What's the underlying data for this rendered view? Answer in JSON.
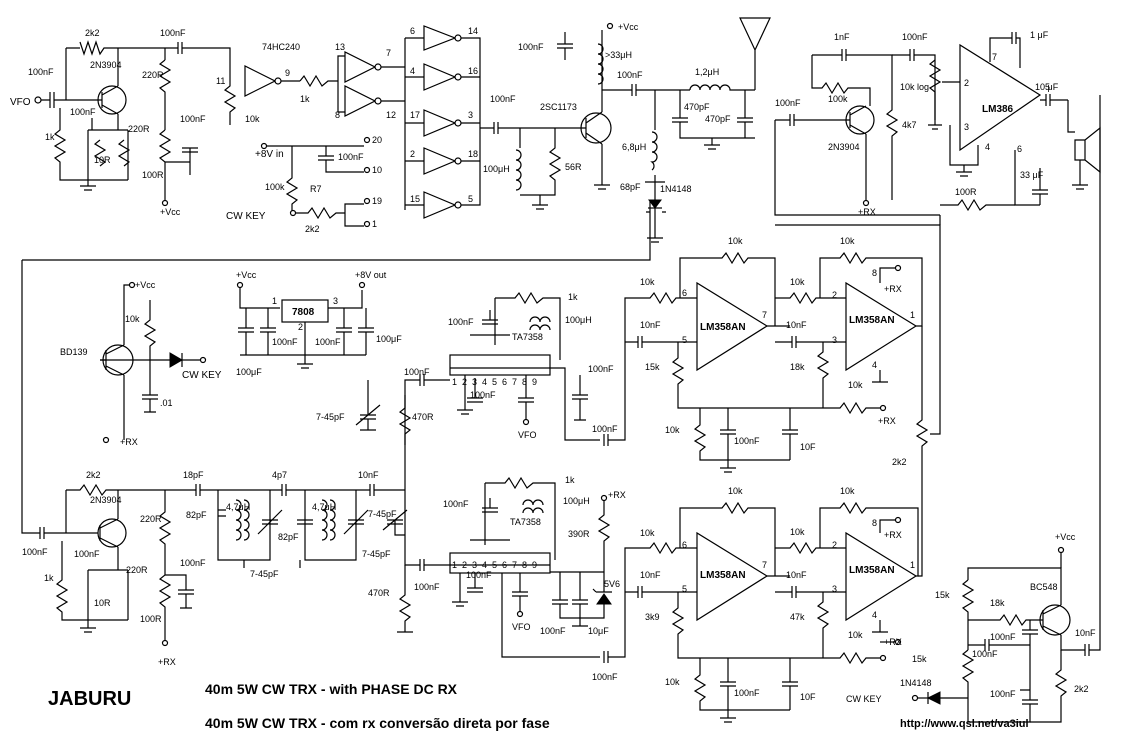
{
  "title": {
    "brand": "JABURU",
    "line_en": "40m 5W CW TRX - with PHASE DC RX",
    "line_pt": "40m 5W CW TRX - com rx conversão direta por fase",
    "url": "http://www.qsl.net/va3iul"
  },
  "ports": {
    "vfo": "VFO",
    "cw_key": "CW KEY",
    "v8_in": "+8V in",
    "v8_out": "+8V out",
    "vcc": "+Vcc",
    "rx": "+RX"
  },
  "parts": {
    "vfo_buf": {
      "name": "2N3904",
      "r1": "2k2",
      "r2": "220R",
      "r3": "1k",
      "r4": "10R",
      "r5": "220R",
      "r6": "100R",
      "c1": "100nF",
      "c2": "100nF",
      "c3": "100nF",
      "c4": "100nF"
    },
    "ic74": {
      "name": "74HC240",
      "p11": "11",
      "p9": "9",
      "p13": "13",
      "p7": "7",
      "p8": "8",
      "p12": "12",
      "p6": "6",
      "p14": "14",
      "p4": "4",
      "p16": "16",
      "p17": "17",
      "p3": "3",
      "p2": "2",
      "p18": "18",
      "p15": "15",
      "p5": "5",
      "p20": "20",
      "p10": "10",
      "p19": "19",
      "p1": "1",
      "r10k": "10k",
      "r1k": "1k",
      "r100k": "100k",
      "r7": "R7",
      "r2k2": "2k2",
      "c100n": "100nF"
    },
    "pa": {
      "name": "2SC1173",
      "l1": ">33μH",
      "l2": "100μH",
      "r56": "56R",
      "l3": "6,8μH",
      "l4": "1,2μH",
      "c1": "100nF",
      "c2": "100nF",
      "c3": "100nF",
      "c4": "470pF",
      "c5": "470pF",
      "c6": "68pF",
      "d1": "1N4148"
    },
    "af": {
      "name": "LM386",
      "q": "2N3904",
      "c1": "1nF",
      "c2": "100nF",
      "c3": "100nF",
      "c4": "1 μF",
      "c5": "10 μF",
      "c6": "33 μF",
      "r1": "100k",
      "r2": "4k7",
      "r3": "100R",
      "pot": "10k log",
      "p2": "2",
      "p3": "3",
      "p4": "4",
      "p5": "5",
      "p6": "6",
      "p7": "7"
    },
    "key": {
      "name": "BD139",
      "r": "10k",
      "c": ".01"
    },
    "reg": {
      "name": "7808",
      "c1": "100nF",
      "c2": "100nF",
      "c3": "100μF",
      "c4": "100μF",
      "p1": "1",
      "p2": "2",
      "p3": "3"
    },
    "mixers": {
      "name": "TA7358",
      "r1k": "1k",
      "l100": "100μH",
      "c100n": "100nF",
      "r390": "390R",
      "z": "5V6",
      "c10u": "10μF",
      "r470": "470R",
      "trim": "7-45pF",
      "pins": [
        "1",
        "2",
        "3",
        "4",
        "5",
        "6",
        "7",
        "8",
        "9"
      ],
      "vfo": "VFO"
    },
    "bpf": {
      "l1": "4,7μH",
      "l2": "4,7μH",
      "c18": "18pF",
      "c4p7": "4p7",
      "c82a": "82pF",
      "c82b": "82pF",
      "c10": "10nF",
      "trim": "7-45pF"
    },
    "audio_i": {
      "op": "LM358AN",
      "r10k": "10k",
      "r15k": "15k",
      "r18k": "18k",
      "c10n": "10nF",
      "c100n": "100nF",
      "c10f": "10F",
      "pin6": "6",
      "pin5": "5",
      "pin7": "7",
      "pin2": "2",
      "pin3": "3",
      "pin1": "1",
      "pin8": "8",
      "pin4": "4"
    },
    "audio_q": {
      "op": "LM358AN",
      "r10k": "10k",
      "r3k9": "3k9",
      "r47k": "47k",
      "c10n": "10nF",
      "c100n": "100nF",
      "c10f": "10F"
    },
    "sidetone": {
      "name": "BC548",
      "r15a": "15k",
      "r15b": "15k",
      "r18k": "18k",
      "r2k2": "2k2",
      "c1": "100nF",
      "c2": "100nF",
      "c3": "100nF",
      "c4": "10nF",
      "d": "1N4148",
      "pot": "2k2"
    }
  }
}
